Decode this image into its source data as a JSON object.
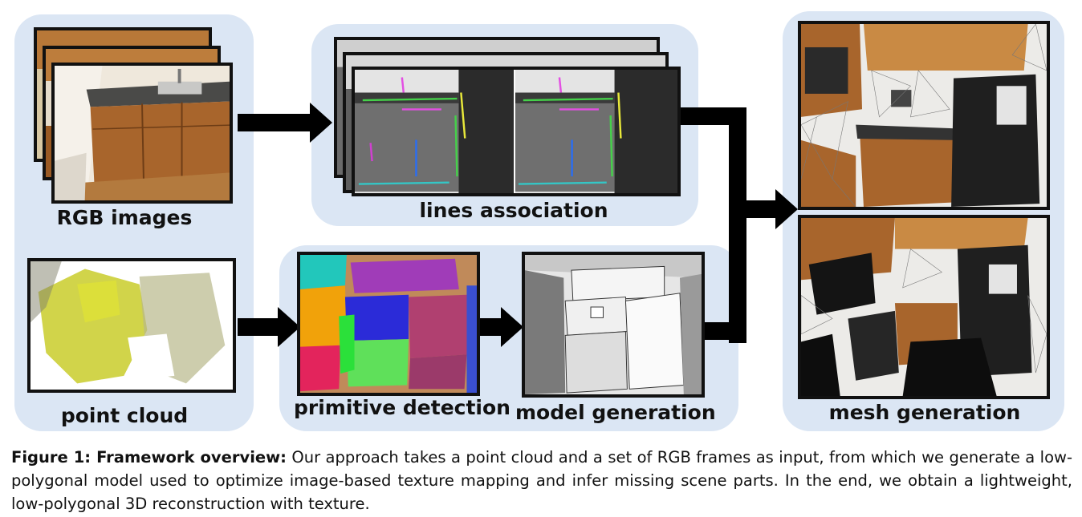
{
  "figure": {
    "labels": {
      "rgb_images": "RGB images",
      "lines_association": "lines association",
      "point_cloud": "point cloud",
      "primitive_detection": "primitive detection",
      "model_generation": "model generation",
      "mesh_generation": "mesh generation"
    }
  },
  "caption": {
    "prefix": "Figure 1: Framework overview:",
    "text": " Our approach takes a point cloud and a set of RGB frames as input, from which we generate a low-polygonal model used to optimize image-based texture mapping and infer missing scene parts. In the end, we obtain a lightweight, low-polygonal 3D reconstruction with texture."
  },
  "colors": {
    "panel": "#dbe6f4",
    "arrow": "#000000",
    "wood": "#a8652c",
    "point_cloud": "#c9cc2a"
  }
}
